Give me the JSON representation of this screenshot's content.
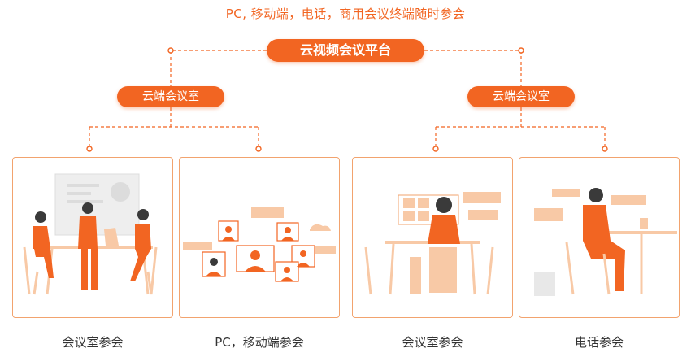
{
  "subtitle": "PC, 移动端，电话，商用会议终端随时参会",
  "platform": {
    "label": "云视频会议平台"
  },
  "branches": [
    {
      "label": "云端会议室"
    },
    {
      "label": "云端会议室"
    }
  ],
  "cards": [
    {
      "caption": "会议室参会",
      "illustration": "meeting-room-illustration"
    },
    {
      "caption": "PC，移动端参会",
      "illustration": "pc-mobile-video-grid-illustration"
    },
    {
      "caption": "会议室参会",
      "illustration": "video-conference-screen-illustration"
    },
    {
      "caption": "电话参会",
      "illustration": "phone-call-illustration"
    }
  ],
  "colors": {
    "accent": "#f26522",
    "card_border": "#f2a36e",
    "light": "#f8c9a6",
    "text": "#333333"
  }
}
